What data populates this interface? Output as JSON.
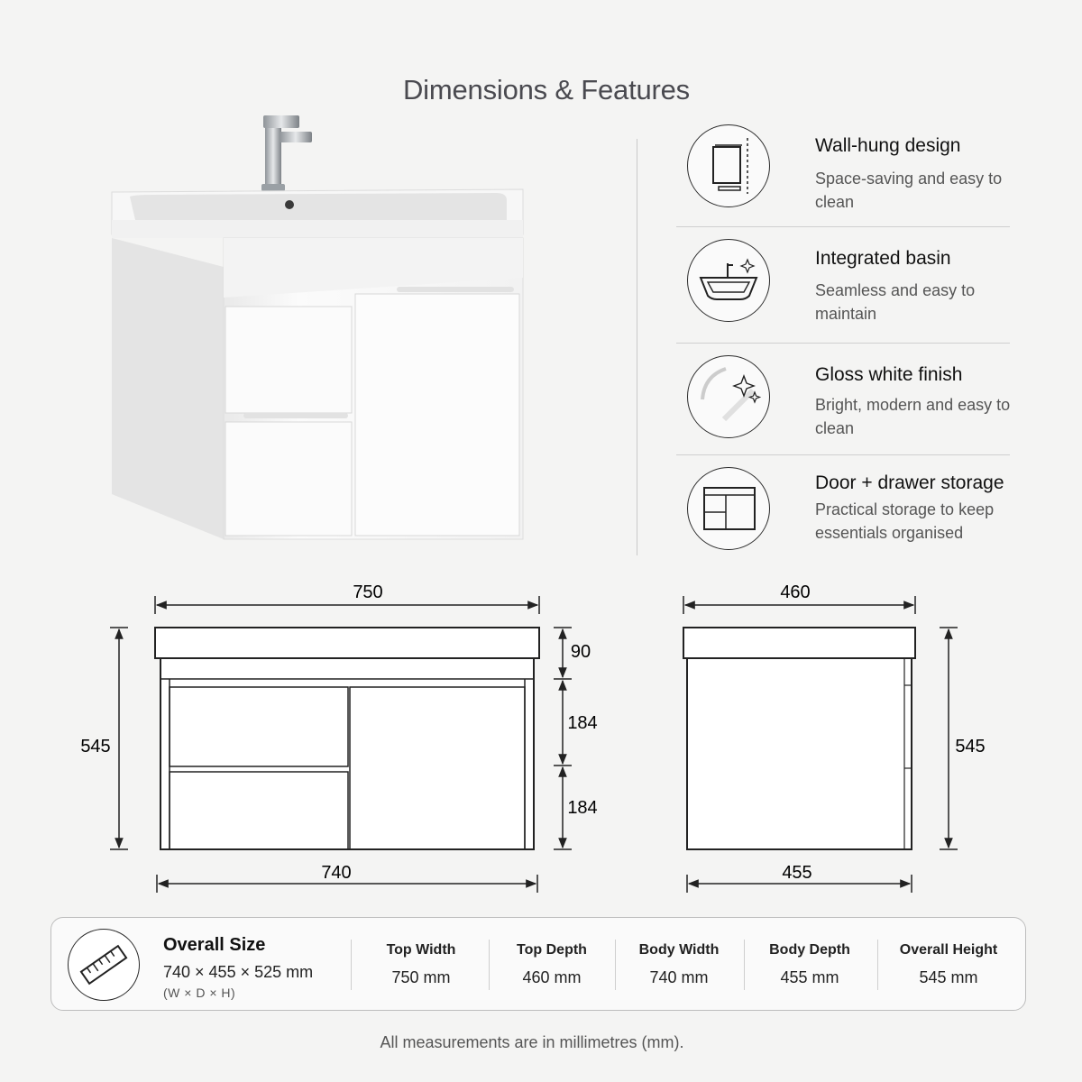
{
  "header": {
    "title": "Dimensions & Features"
  },
  "features": [
    {
      "icon": "wall-hung-icon",
      "title": "Wall-hung design",
      "desc": "Space-saving and easy to clean"
    },
    {
      "icon": "basin-icon",
      "title": "Integrated basin",
      "desc": "Seamless and easy to maintain"
    },
    {
      "icon": "gloss-sparkle-icon",
      "title": "Gloss white finish",
      "desc": "Bright, modern and easy to clean"
    },
    {
      "icon": "storage-icon",
      "title": "Door + drawer storage",
      "desc": "Practical storage to keep essentials organised"
    }
  ],
  "front_view": {
    "top_width": "750",
    "body_width": "740",
    "height": "545",
    "top_height": "90",
    "drawer_1": "184",
    "drawer_2": "184"
  },
  "side_view": {
    "top_depth": "460",
    "body_depth": "455",
    "height": "545"
  },
  "summary": {
    "icon": "ruler-icon",
    "title": "Overall Size",
    "value": "740 × 455 × 525 mm",
    "note": "(W × D × H)",
    "specs": [
      {
        "label": "Top Width",
        "value": "750 mm"
      },
      {
        "label": "Top Depth",
        "value": "460 mm"
      },
      {
        "label": "Body Width",
        "value": "740 mm"
      },
      {
        "label": "Body Depth",
        "value": "455 mm"
      },
      {
        "label": "Overall Height",
        "value": "545 mm"
      }
    ]
  },
  "footnote": "All measurements are in millimetres (mm)."
}
